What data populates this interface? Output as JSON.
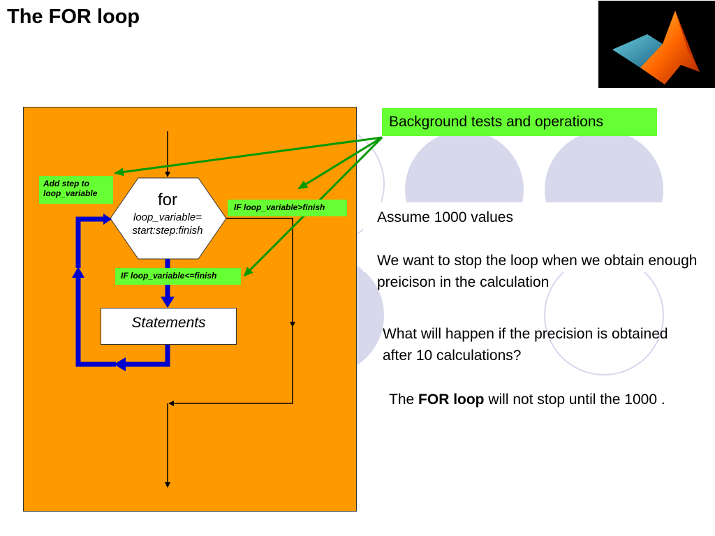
{
  "slide": {
    "title": "The FOR loop"
  },
  "logo": {
    "icon": "matlab-membrane-logo-icon"
  },
  "flowchart": {
    "hexagon": {
      "keyword": "for",
      "line1": "loop_variable=",
      "line2": "start:step:finish"
    },
    "statements_label": "Statements",
    "labels": {
      "add_step": "Add step to loop_variable",
      "exit_condition": "IF loop_variable>finish",
      "continue_condition": "IF loop_variable<=finish"
    }
  },
  "callout": {
    "background_tests": "Background tests and operations"
  },
  "text": {
    "assume": "Assume 1000 values",
    "want_stop": "We want to stop the loop when we obtain enough preicison in the calculation",
    "question": "What will happen if the precision is obtained after 10 calculations?",
    "answer_prefix": "The ",
    "answer_bold": "FOR loop",
    "answer_suffix": " will not stop until the 1000 ."
  },
  "colors": {
    "panel": "#ff9900",
    "label_green": "#66ff33",
    "loop_blue": "#0000cc",
    "callout_arrow": "#009900",
    "decor_circle": "#d8d8ec"
  }
}
